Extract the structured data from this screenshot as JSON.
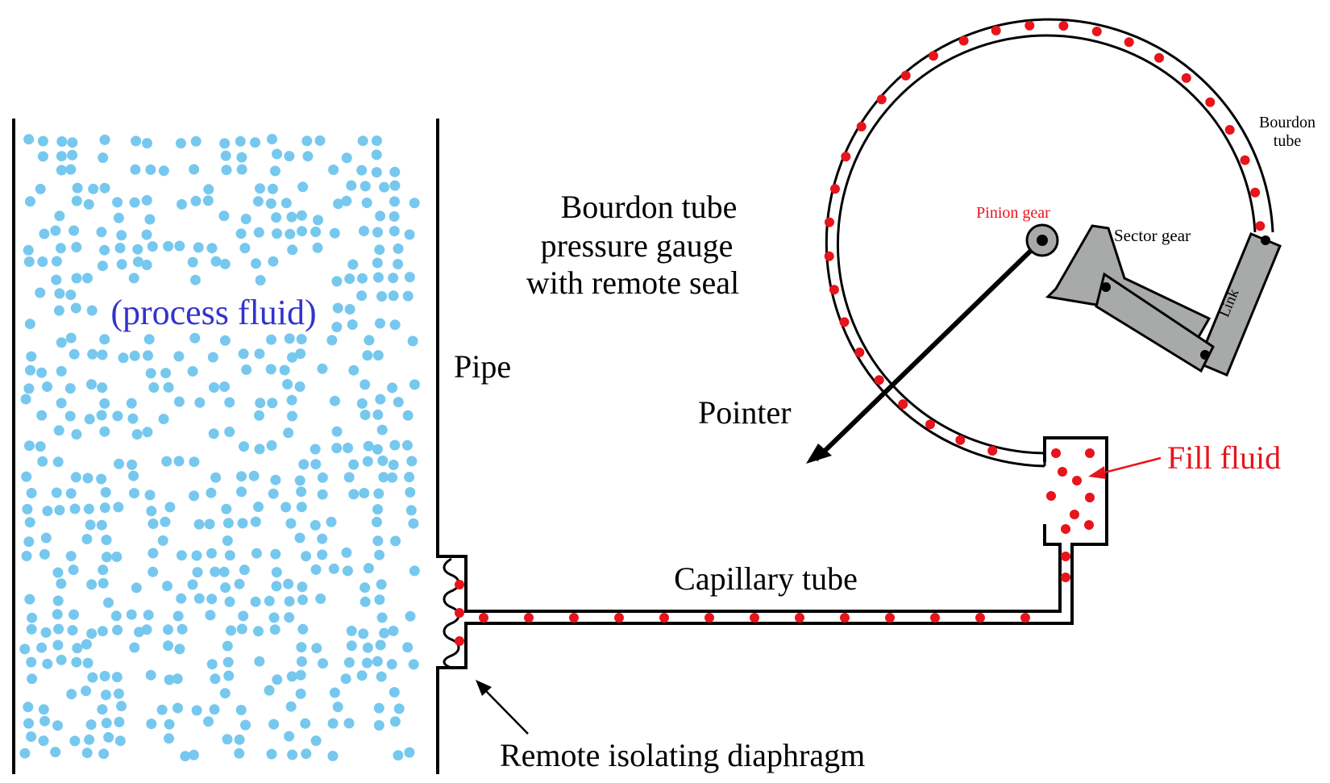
{
  "labels": {
    "process_fluid": "(process fluid)",
    "pipe": "Pipe",
    "title_line1": "Bourdon tube",
    "title_line2": "pressure gauge",
    "title_line3": "with remote seal",
    "pointer": "Pointer",
    "pinion_gear": "Pinion gear",
    "sector_gear": "Sector gear",
    "link": "Link",
    "bourdon_tube_line1": "Bourdon",
    "bourdon_tube_line2": "tube",
    "fill_fluid": "Fill fluid",
    "capillary_tube": "Capillary tube",
    "diaphragm": "Remote isolating diaphragm"
  },
  "colors": {
    "process_fluid_dots": "#76c8ee",
    "process_fluid_text": "#3333cc",
    "fill_fluid": "#e8131b",
    "mechanism_fill": "#a8aaa9",
    "line": "#000000"
  }
}
